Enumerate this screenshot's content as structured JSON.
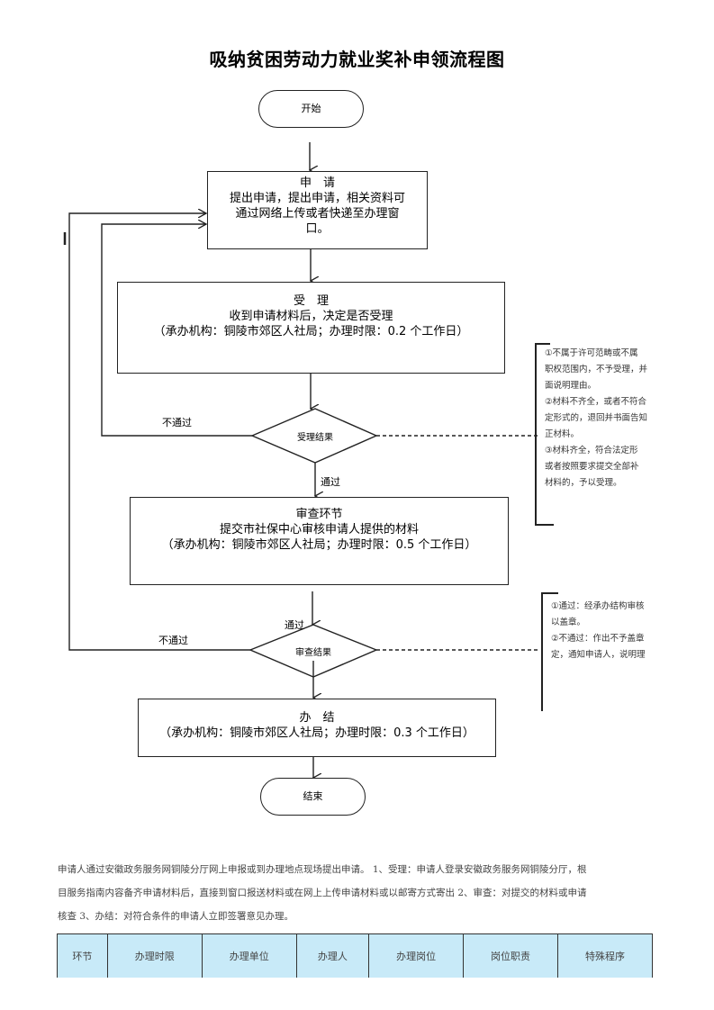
{
  "title": "吸纳贫困劳动力就业奖补申领流程图",
  "flowchart": {
    "start": "开始",
    "end": "结束",
    "apply": {
      "heading": "申　请",
      "lines": [
        "提出申请，提出申请，相关资料可",
        "通过网络上传或者快递至办理窗",
        "口。"
      ]
    },
    "accept": {
      "heading": "受　理",
      "lines": [
        "收到申请材料后，决定是否受理",
        "（承办机构：铜陵市郊区人社局；办理时限：0.2 个工作日）"
      ]
    },
    "accept_decision": "受理结果",
    "review": {
      "heading": "审查环节",
      "lines": [
        "提交市社保中心审核申请人提供的材料",
        "（承办机构：铜陵市郊区人社局；办理时限：0.5 个工作日）"
      ]
    },
    "review_decision": "审查结果",
    "finish": {
      "heading": "办　结",
      "lines": [
        "（承办机构：铜陵市郊区人社局；办理时限：0.3 个工作日）"
      ]
    },
    "labels": {
      "fail_1": "不通过",
      "pass_1": "通过",
      "fail_2": "不通过",
      "pass_2": "通过"
    },
    "accept_notes": [
      "①不属于许可范畴或不属",
      "职权范围内，不予受理，并",
      "面说明理由。",
      "②材料不齐全，或者不符合",
      "定形式的，退回并书面告知",
      "正材料。",
      "③材料齐全，符合法定形",
      "或者按照要求提交全部补",
      "材料的，予以受理。"
    ],
    "review_notes": [
      "①通过：经承办结构审核",
      "以盖章。",
      "②不通过：作出不予盖章",
      "定，通知申请人，说明理"
    ]
  },
  "description": [
    "申请人通过安徽政务服务网铜陵分厅网上申报或到办理地点现场提出申请。 1、受理：申请人登录安徽政务服务网铜陵分厅，根",
    "目服务指南内容备齐申请材料后，直接到窗口报送材料或在网上上传申请材料或以邮寄方式寄出 2、审查：对提交的材料或申请",
    "核查 3、办结：对符合条件的申请人立即签署意见办理。"
  ],
  "table": {
    "headers": [
      "环节",
      "办理时限",
      "办理单位",
      "办理人",
      "办理岗位",
      "岗位职责",
      "特殊程序"
    ]
  }
}
